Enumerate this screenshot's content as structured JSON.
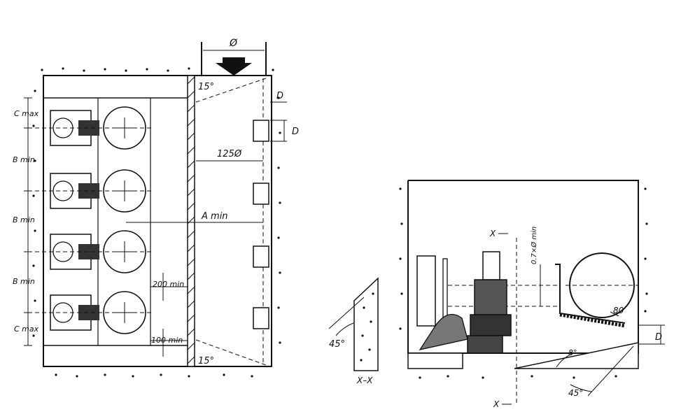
{
  "plan_view": {
    "inlet_diameter": "Ø",
    "inlet_angle_top": "15°",
    "inlet_angle_bottom": "15°",
    "dimension_d_top": "D",
    "dimension_d_side": "D",
    "clearance_125": "125Ø",
    "a_min": "A min",
    "c_max_top": "C max",
    "c_max_bottom": "C max",
    "b_min_1": "B min",
    "b_min_2": "B min",
    "b_min_3": "B min",
    "spacing_200": "200 min",
    "spacing_100": "100 min"
  },
  "section_view": {
    "angle_45_left": "45°",
    "section_label": "X–X",
    "cut_x_top": "X",
    "cut_x_bottom": "X",
    "submergence": "0.7×Ø min",
    "dimension_80": "80",
    "dimension_d": "D",
    "angle_8": "8°",
    "angle_45_bottom": "45°"
  },
  "colors": {
    "ink": "#111111",
    "paper": "#ffffff"
  }
}
